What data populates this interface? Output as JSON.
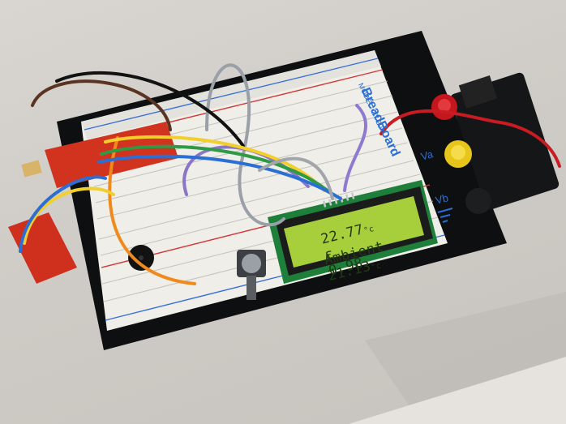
{
  "breadboard": {
    "brand": "BreadBoard",
    "model": "MODEL: ZY-204",
    "terminal_a": "Va",
    "terminal_b": "Vb"
  },
  "lcd": {
    "line1_left": "22.77",
    "line1_unit_left": "°c",
    "line1_symbol": "ε",
    "line1_right": "0.98",
    "line2_label": "Ambient",
    "line2_value": "21.13",
    "line2_unit": "°c"
  },
  "colors": {
    "board": "#0e0f10",
    "breadboard_white": "#efeee9",
    "lcd_green": "#a6cf3b",
    "pcb_red": "#d2331f",
    "red_terminal": "#c4161c",
    "yellow_terminal": "#e7c51b"
  }
}
